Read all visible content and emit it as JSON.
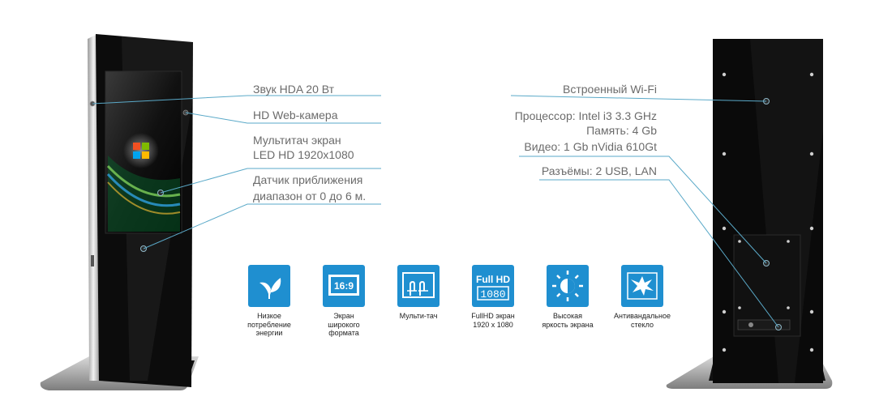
{
  "left_specs": {
    "audio": "Звук HDA 20 Вт",
    "webcam": "HD Web-камера",
    "screen_line1": "Мультитач экран",
    "screen_line2": "LED HD 1920x1080",
    "sensor_line1": "Датчик приближения",
    "sensor_line2": "диапазон от 0 до 6 м."
  },
  "right_specs": {
    "wifi": "Встроенный Wi-Fi",
    "cpu": "Процессор: Intel i3 3.3 GHz",
    "ram": "Память: 4 Gb",
    "video": "Видео: 1 Gb nVidia 610Gt",
    "ports": "Разъёмы: 2 USB, LAN"
  },
  "features": [
    {
      "icon": "leaf-icon",
      "caption": [
        "Низкое",
        "потребление",
        "энергии"
      ]
    },
    {
      "icon": "widescreen-icon",
      "icon_text": "16:9",
      "caption": [
        "Экран",
        "широкого",
        "формата"
      ]
    },
    {
      "icon": "multitouch-icon",
      "caption": [
        "Мульти-тач"
      ]
    },
    {
      "icon": "fullhd-icon",
      "icon_text_top": "Full HD",
      "icon_text_bottom": "1080",
      "caption": [
        "FullHD экран",
        "1920 x 1080"
      ]
    },
    {
      "icon": "brightness-icon",
      "caption": [
        "Высокая",
        "яркость экрана"
      ]
    },
    {
      "icon": "shatter-glass-icon",
      "caption": [
        "Антивандальное",
        "стекло"
      ]
    }
  ],
  "colors": {
    "accent": "#1f8fd0",
    "leader_line": "#5aa9c8",
    "kiosk_body": "#0a0a0a"
  }
}
